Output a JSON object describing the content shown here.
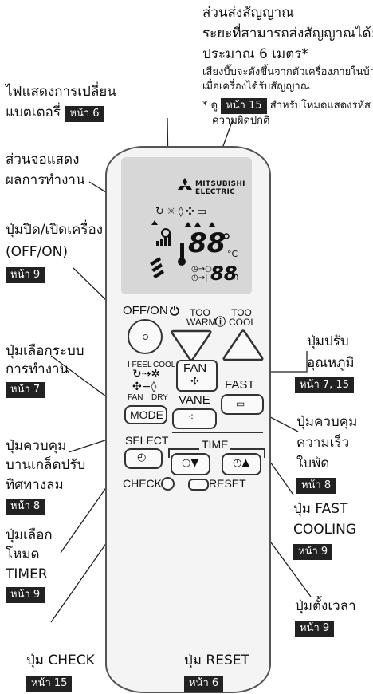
{
  "signal_block": {
    "title": "ส่วนส่งสัญญาณ",
    "range_line": "ระยะที่สามารถส่งสัญญาณได้:",
    "distance": "ประมาณ 6 เมตร*",
    "beep_line1": "เสียงบี๊บจะดังขึ้นจากตัวเครื่องภายในบ้าน",
    "beep_line2": "เมื่อเครื่องได้รับสัญญาณ",
    "note_prefix": "* ดู",
    "note_page": "หน้า 15",
    "note_suffix": "สำหรับโหมดแสดงรหัส",
    "note_line2": "ความผิดปกติ"
  },
  "labels": {
    "battery": {
      "line1": "ไฟแสดงการเปลี่ยน",
      "line2": "แบตเตอรี่",
      "page": "หน้า 6"
    },
    "display": {
      "line1": "ส่วนจอแสดง",
      "line2": "ผลการทำงาน"
    },
    "onoff": {
      "line1": "ปุ่มปิด/เปิดเครื่อง",
      "line2": "(OFF/ON)",
      "page": "หน้า 9"
    },
    "mode": {
      "line1": "ปุ่มเลือกระบบ",
      "line2": "การทำงาน",
      "page": "หน้า 7"
    },
    "vane": {
      "line1": "ปุ่มควบคุม",
      "line2": "บานเกล็ดปรับ",
      "line3": "ทิศทางลม",
      "page": "หน้า 8"
    },
    "timer_mode": {
      "line1": "ปุ่มเลือก",
      "line2": "โหมด",
      "line3": "TIMER",
      "page": "หน้า 9"
    },
    "check": {
      "line1": "ปุ่ม CHECK",
      "page": "หน้า 15"
    },
    "reset": {
      "line1": "ปุ่ม RESET",
      "page": "หน้า 6"
    },
    "temp": {
      "line1": "ปุ่มปรับ",
      "line2": "อุณหภูมิ",
      "page": "หน้า 7, 15"
    },
    "fan_speed": {
      "line1": "ปุ่มควบคุม",
      "line2": "ความเร็ว",
      "line3": "ใบพัด",
      "page": "หน้า 8"
    },
    "fast": {
      "line1": "ปุ่ม FAST",
      "line2": "COOLING",
      "page": "หน้า 9"
    },
    "timer_set": {
      "line1": "ปุ่มตั้งเวลา",
      "page": "หน้า 9"
    }
  },
  "remote": {
    "brand_line1": "MITSUBISHI",
    "brand_line2": "ELECTRIC",
    "lcd_temp": "88",
    "lcd_unit": "°C",
    "lcd_timer": "88",
    "lcd_timer_unit": "h",
    "btn_onoff": "OFF/ON",
    "btn_too_warm_1": "TOO",
    "btn_too_warm_2": "WARM",
    "btn_too_cool_1": "TOO",
    "btn_too_cool_2": "COOL",
    "mode_ifeel": "I FEEL",
    "mode_cool": "COOL",
    "mode_fan": "FAN",
    "mode_dry": "DRY",
    "btn_mode": "MODE",
    "btn_fan": "FAN",
    "btn_vane": "VANE",
    "btn_fast": "FAST",
    "btn_select": "SELECT",
    "btn_time": "TIME",
    "btn_check": "CHECK",
    "btn_reset": "RESET"
  },
  "colors": {
    "page_badge": "#222222",
    "remote_body": "#f4f4f4",
    "display_window": "#d7d7d7"
  }
}
